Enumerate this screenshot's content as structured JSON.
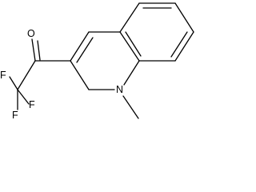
{
  "molecule": {
    "atoms": {
      "O": "O",
      "F1": "F",
      "F2": "F",
      "F3": "F",
      "N": "N"
    }
  },
  "colors": {
    "bond": "#000000",
    "background": "#ffffff"
  }
}
